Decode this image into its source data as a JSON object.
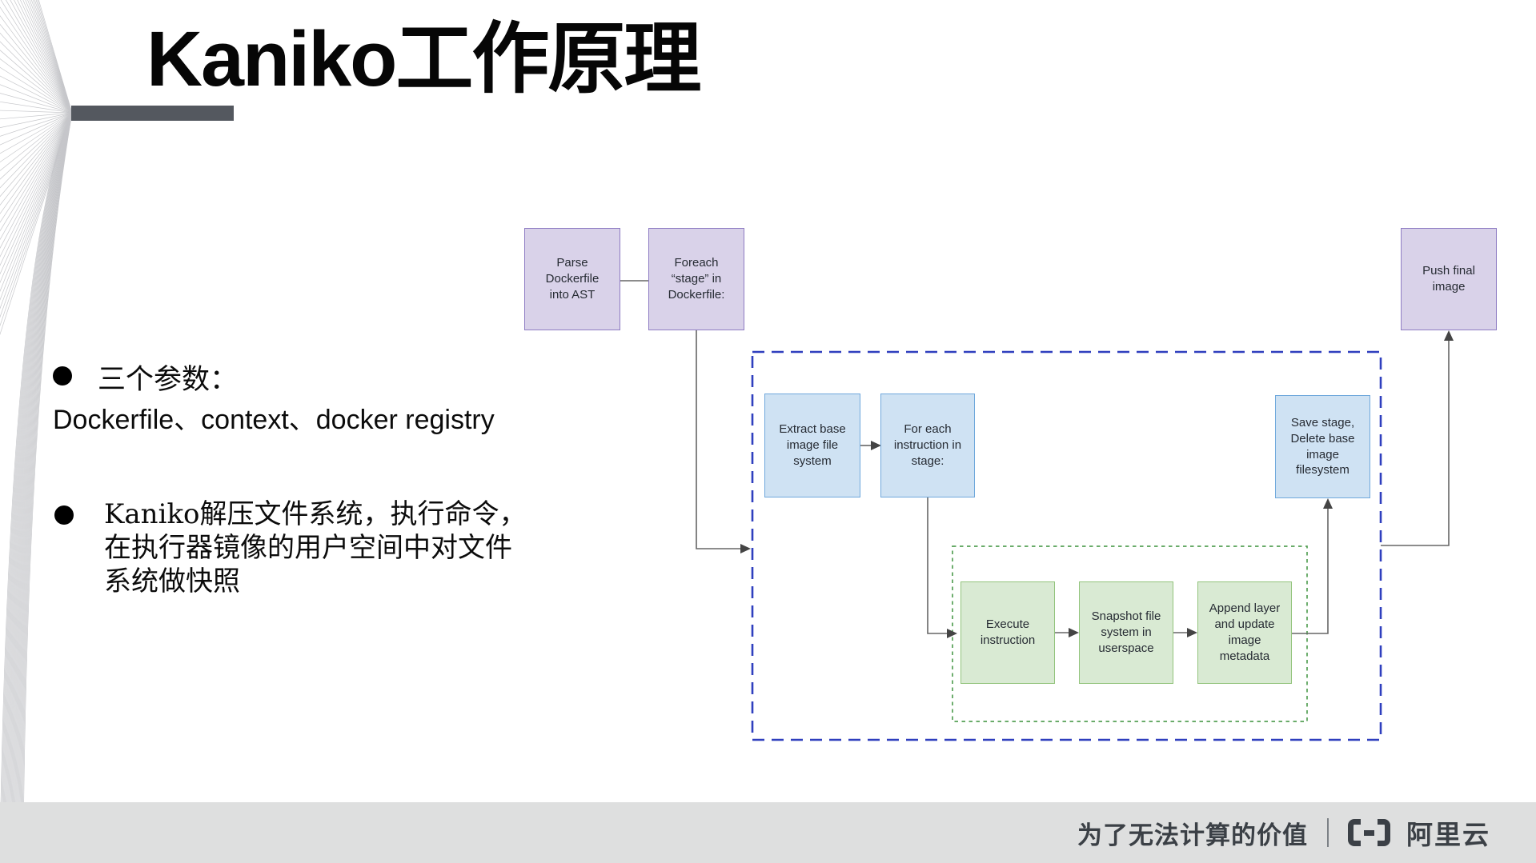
{
  "slide": {
    "title": "Kaniko工作原理",
    "bullets": {
      "b1_heading": "三个参数：",
      "b1_body": "Dockerfile、context、docker registry",
      "b2_line1": "Kaniko解压文件系统，执行命令，",
      "b2_line2": "在执行器镜像的用户空间中对文件",
      "b2_line3": "系统做快照"
    }
  },
  "diagram": {
    "nodes": [
      {
        "id": "parse",
        "label": "Parse Dockerfile into AST",
        "type": "purple"
      },
      {
        "id": "foreach-stage",
        "label": "Foreach “stage” in Dockerfile:",
        "type": "purple"
      },
      {
        "id": "extract-base",
        "label": "Extract base image file system",
        "type": "blue"
      },
      {
        "id": "for-each-instruction",
        "label": "For each instruction in stage:",
        "type": "blue"
      },
      {
        "id": "execute",
        "label": "Execute instruction",
        "type": "green"
      },
      {
        "id": "snapshot",
        "label": "Snapshot file system in userspace",
        "type": "green"
      },
      {
        "id": "append",
        "label": "Append layer and update image metadata",
        "type": "green"
      },
      {
        "id": "save-stage",
        "label": "Save stage, Delete base image filesystem",
        "type": "blue"
      },
      {
        "id": "push-final",
        "label": "Push final image",
        "type": "purple"
      }
    ],
    "colors": {
      "purple_fill": "#d9d2e9",
      "purple_border": "#8e7cc3",
      "blue_fill": "#cfe2f3",
      "blue_border": "#6fa8dc",
      "green_fill": "#d9ead3",
      "green_border": "#93c47d",
      "stage_loop_border": "#2f3fbe",
      "instruction_loop_border": "#55a055",
      "connector": "#666666"
    }
  },
  "footer": {
    "slogan": "为了无法计算的价值",
    "brand": "阿里云"
  }
}
